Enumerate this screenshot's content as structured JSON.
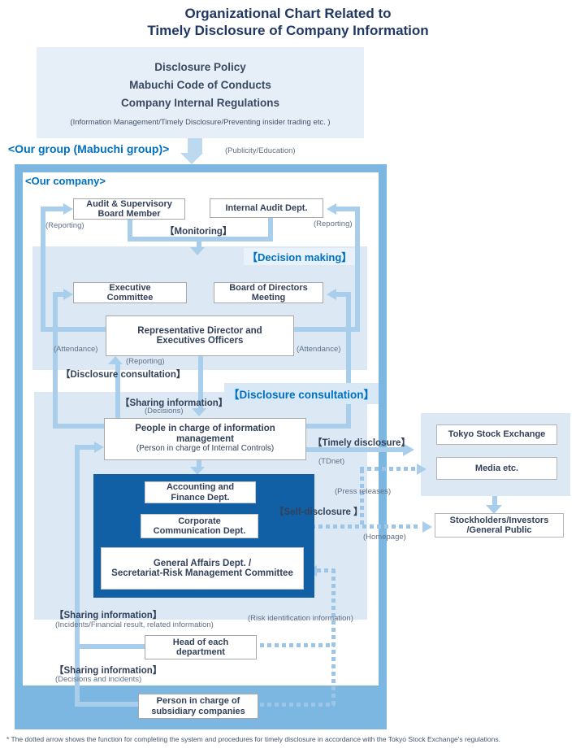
{
  "title": "Organizational Chart Related to\nTimely Disclosure of Company Information",
  "policy_box": {
    "lines": "Disclosure Policy\nMabuchi Code of Conducts\nCompany Internal Regulations",
    "note": "(Information Management/Timely Disclosure/Preventing insider trading etc. )"
  },
  "group_label": "<Our group (Mabuchi group)>",
  "company_label": "<Our company>",
  "flow_labels": {
    "publicity": "(Publicity/Education)",
    "monitoring": "【Monitoring】",
    "decision_making": "【Decision making】",
    "reporting_left": "(Reporting)",
    "reporting_right": "(Reporting)",
    "reporting_center": "(Reporting)",
    "attendance_left": "(Attendance)",
    "attendance_right": "(Attendance)",
    "disclosure_consultation_left": "【Disclosure consultation】",
    "disclosure_consultation_right": "【Disclosure consultation】",
    "sharing_information_1": "【Sharing information】",
    "decisions": "(Decisions)",
    "timely_disclosure": "【Timely disclosure】",
    "tdnet": "(TDnet)",
    "press_releases": "(Press releases)",
    "self_disclosure": "【Self-disclosure 】",
    "homepage": "(Homepage)",
    "risk_identification": "(Risk identification information)",
    "sharing_information_2": "【Sharing information】",
    "incidents": "(Incidents/Financial result, related information)",
    "sharing_information_3": "【Sharing information】",
    "decisions_incidents": "(Decisions and incidents)"
  },
  "nodes": {
    "audit": "Audit & Supervisory\nBoard Member",
    "internal_audit": "Internal Audit Dept.",
    "executive_committee": "Executive\nCommittee",
    "board_of_directors": "Board of Directors\nMeeting",
    "representative": "Representative Director and\nExecutives Officers",
    "people_main": "People in charge of information\nmanagement",
    "people_sub": "(Person in charge of Internal Controls)",
    "accounting": "Accounting and\nFinance Dept.",
    "corporate_comm": "Corporate\nCommunication Dept.",
    "general_affairs": "General Affairs Dept. /\nSecretariat-Risk Management Committee",
    "head_department": "Head of each\ndepartment",
    "subsidiary": "Person in charge of\nsubsidiary companies",
    "tokyo_se": "Tokyo Stock Exchange",
    "media": "Media etc.",
    "stockholders": "Stockholders/Investors\n/General Public"
  },
  "footnote": "* The dotted arrow shows the function for completing the system and procedures for timely disclosure in accordance with the Tokyo Stock Exchange's regulations.",
  "colors": {
    "accent_blue": "#0070c0",
    "frame_blue": "#7cb7e2",
    "panel_blue": "#dce9f4",
    "dark_box_blue": "#1160a5",
    "connector_blue": "#a9ceec",
    "text_navy": "#33415a"
  }
}
